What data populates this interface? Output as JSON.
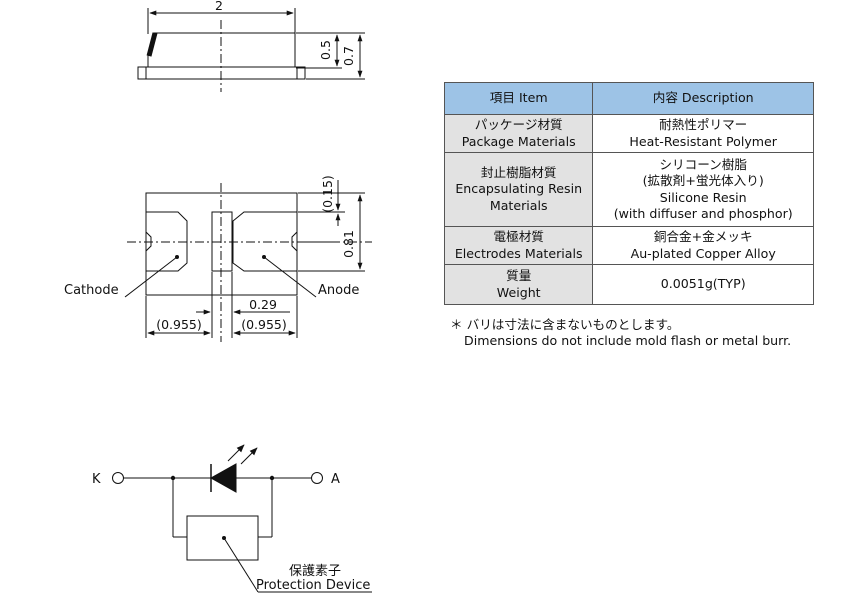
{
  "side_view": {
    "width_label": "2",
    "height_inner_label": "0.5",
    "height_total_label": "0.7"
  },
  "bottom_view": {
    "offset_label": "(0.15)",
    "pad_height_label": "0.81",
    "gap_label": "0.29",
    "pad_left_label": "(0.955)",
    "pad_right_label": "(0.955)",
    "cathode_label": "Cathode",
    "anode_label": "Anode"
  },
  "circuit": {
    "k_label": "K",
    "a_label": "A",
    "protection_jp": "保護素子",
    "protection_en": "Protection Device"
  },
  "table": {
    "header": {
      "item": "項目 Item",
      "description": "内容 Description"
    },
    "rows": [
      {
        "item": [
          "パッケージ材質",
          "Package Materials"
        ],
        "description": [
          "耐熱性ポリマー",
          "Heat-Resistant Polymer"
        ]
      },
      {
        "item": [
          "封止樹脂材質",
          "Encapsulating Resin",
          "Materials"
        ],
        "description": [
          "シリコーン樹脂",
          "(拡散剤+蛍光体入り)",
          "Silicone Resin",
          "(with diffuser and phosphor)"
        ]
      },
      {
        "item": [
          "電極材質",
          "Electrodes Materials"
        ],
        "description": [
          "銅合金+金メッキ",
          "Au-plated Copper Alloy"
        ]
      },
      {
        "item": [
          "質量",
          "Weight"
        ],
        "description": [
          "0.0051g(TYP)"
        ]
      }
    ]
  },
  "note": {
    "line1": "＊ バリは寸法に含まないものとします。",
    "line2": "Dimensions do not include mold flash or metal burr."
  }
}
